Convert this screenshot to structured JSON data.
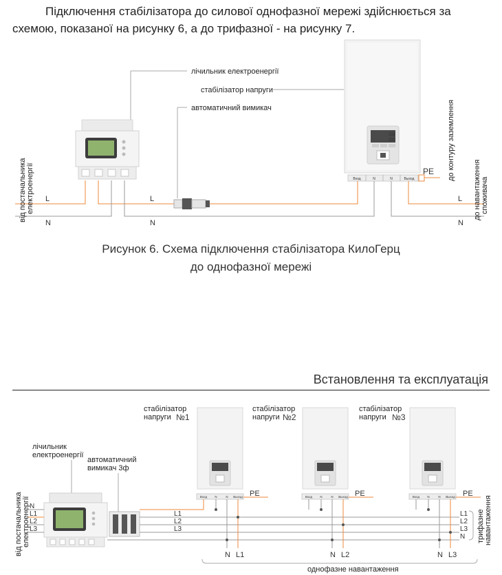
{
  "intro": {
    "line1": "Підключення стабілізатора до силової однофазної мережі здійснюється за",
    "line2": "схемою, показаної на рисунку 6, а до трифазної - на рисунку 7."
  },
  "fig6": {
    "labels": {
      "meter": "лічильник електроенергії",
      "stabilizer": "стабілізатор напруги",
      "breaker": "автоматичний вимикач",
      "ground": "до контуру заземлення",
      "pe": "PE",
      "from_supplier_1": "від постачальника",
      "from_supplier_2": "електроенергії",
      "to_load_1": "до навантаження",
      "to_load_2": "споживача",
      "L": "L",
      "N": "N"
    },
    "terminals": [
      "Вход",
      "N",
      "N",
      "Выход"
    ],
    "display": [
      "232",
      "222"
    ],
    "caption_line1": "Рисунок 6. Схема підключення стабілізатора КилоГерц",
    "caption_line2": "до однофазної мережі"
  },
  "section_title": "Встановлення та експлуатація",
  "fig7": {
    "labels": {
      "meter_1": "лічильник",
      "meter_2": "електроенергії",
      "breaker_1": "автоматичний",
      "breaker_2": "вимикач 3ф",
      "from_supplier_1": "від постачальника",
      "from_supplier_2": "електроенергії",
      "load_1": "трифазне",
      "load_2": "навантаження",
      "single_phase_load": "однофазне навантаження",
      "pe": "PE"
    },
    "stabilizers": [
      {
        "line1": "стабілізатор",
        "line2": "напруги",
        "num": "№1",
        "n": "N",
        "phase": "L1"
      },
      {
        "line1": "стабілізатор",
        "line2": "напруги",
        "num": "№2",
        "n": "N",
        "phase": "L2"
      },
      {
        "line1": "стабілізатор",
        "line2": "напруги",
        "num": "№3",
        "n": "N",
        "phase": "L3"
      }
    ],
    "bus_left": [
      "N",
      "L1",
      "L2",
      "L3"
    ],
    "bus_mid": [
      "L1",
      "L2",
      "L3"
    ],
    "bus_right": [
      "L1",
      "L2",
      "L3",
      "N"
    ],
    "terminals": [
      "Вход",
      "N",
      "N",
      "Выход"
    ]
  },
  "colors": {
    "orange": "#ee8a3c",
    "wire_gray": "#9a9a9a",
    "device_body": "#f2f2f2",
    "screen": "#8fb36d",
    "text": "#222222"
  }
}
